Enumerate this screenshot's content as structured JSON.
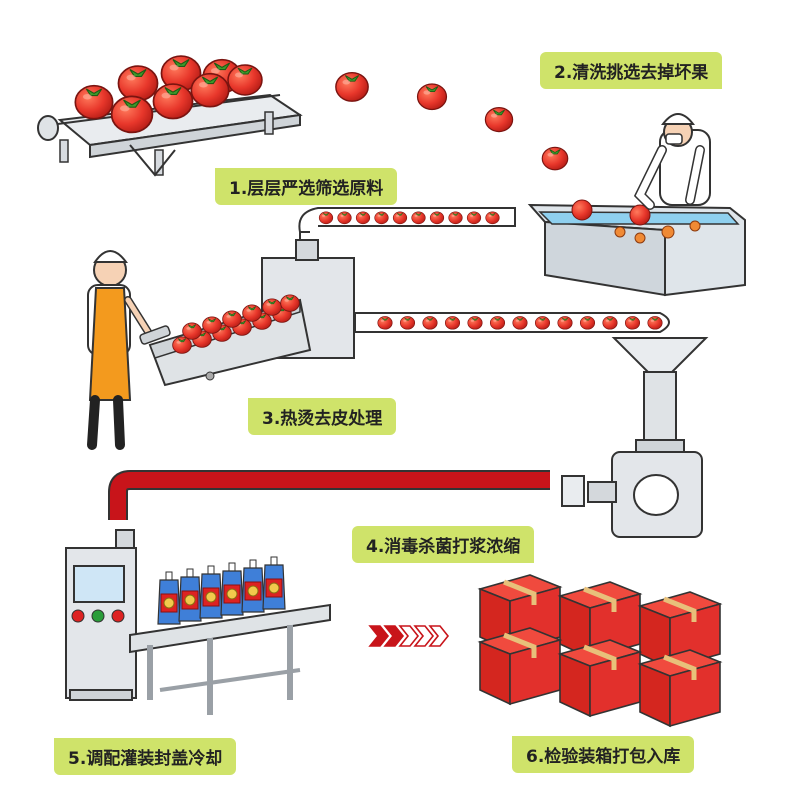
{
  "steps": [
    {
      "label": "1.层层严选筛选原料"
    },
    {
      "label": "2.清洗挑选去掉坏果"
    },
    {
      "label": "3.热烫去皮处理"
    },
    {
      "label": "4.消毒杀菌打浆浓缩"
    },
    {
      "label": "5.调配灌装封盖冷却"
    },
    {
      "label": "6.检验装箱打包入库"
    }
  ],
  "colors": {
    "label_bg": "#cfe36a",
    "tomato": "#e8372b",
    "sauce": "#c8141a",
    "box": "#e2302c",
    "machine": "#e3e6ea",
    "outline": "#333333",
    "apron": "#f39a1e"
  }
}
